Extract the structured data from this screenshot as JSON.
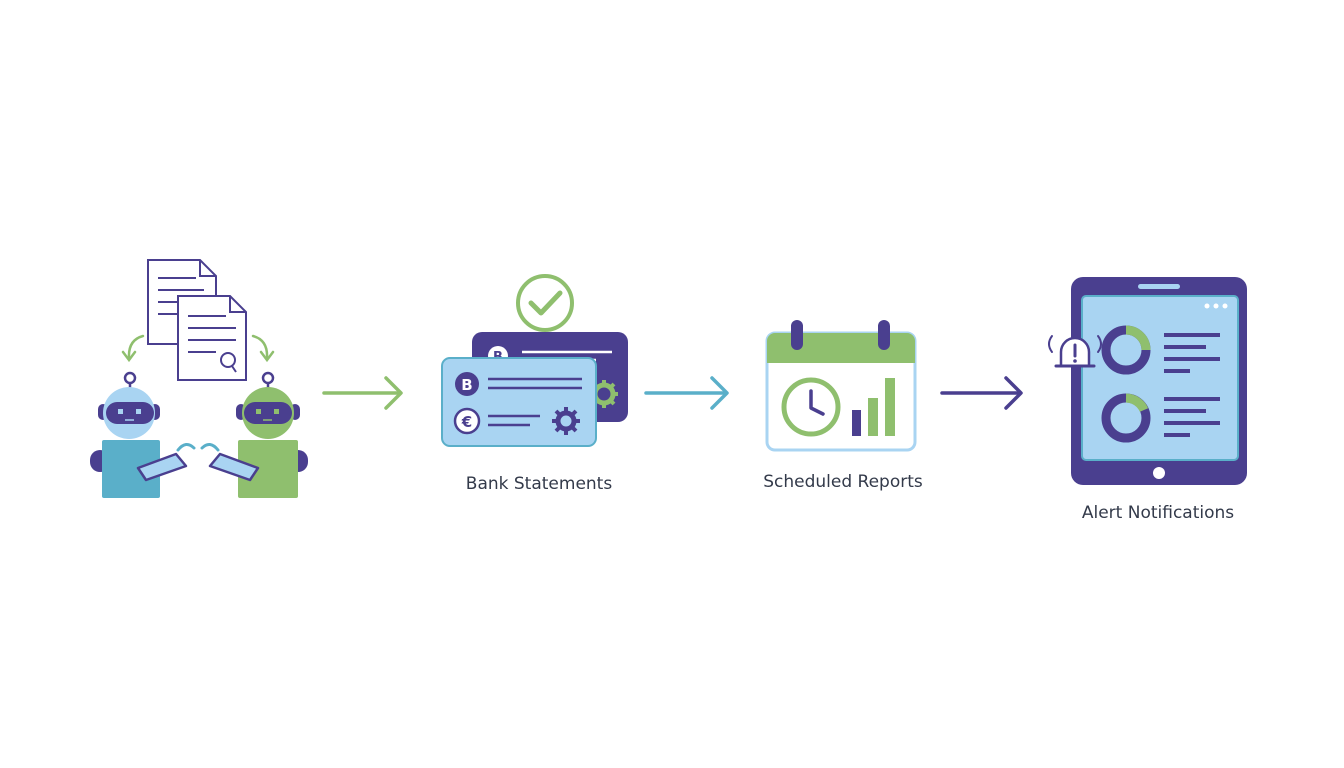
{
  "steps": [
    {
      "id": "robots",
      "label": ""
    },
    {
      "id": "bank",
      "label": "Bank Statements"
    },
    {
      "id": "reports",
      "label": "Scheduled Reports"
    },
    {
      "id": "alerts",
      "label": "Alert Notifications"
    }
  ],
  "currency_symbols": {
    "bitcoin": "B",
    "euro": "€"
  },
  "colors": {
    "purple": "#4a3f8f",
    "green": "#8fbf6e",
    "light_blue": "#a9d4f2",
    "teal": "#5aafc9"
  }
}
